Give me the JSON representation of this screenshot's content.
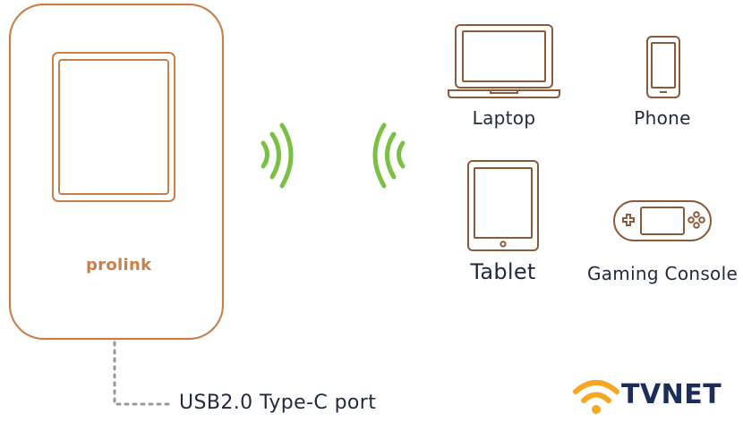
{
  "router": {
    "brand": "prolink",
    "port_label": "USB2.0 Type-C port"
  },
  "devices": {
    "laptop": "Laptop",
    "phone": "Phone",
    "tablet": "Tablet",
    "console": "Gaming Console"
  },
  "watermark": {
    "text": "TVNET"
  },
  "colors": {
    "router_outline": "#c8804a",
    "device_outline": "#8a5a3a",
    "signal": "#7ac143",
    "text": "#1f2a3c",
    "logo_orange": "#f5a623",
    "logo_navy": "#1b2e5b"
  },
  "icons": {
    "router": "mobile-router-icon",
    "signal_out": "wifi-signal-icon",
    "signal_in": "wifi-signal-icon",
    "laptop": "laptop-icon",
    "phone": "phone-icon",
    "tablet": "tablet-icon",
    "console": "gamepad-icon",
    "logo": "wifi-logo-icon"
  }
}
